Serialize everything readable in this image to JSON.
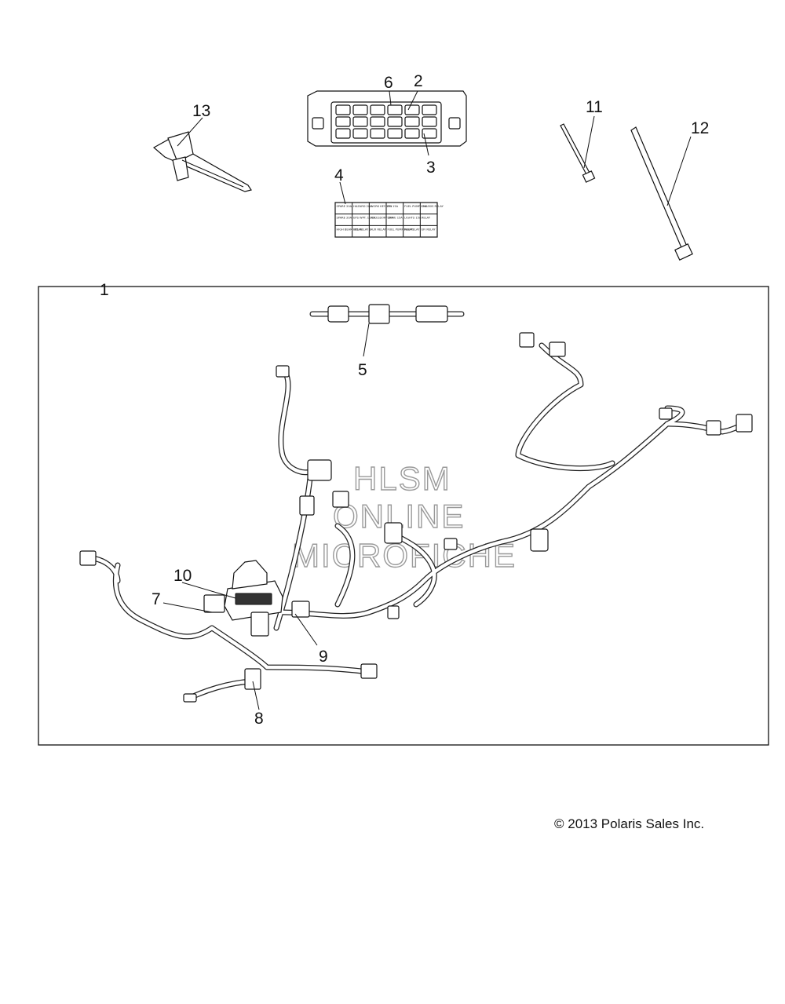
{
  "copyright": "© 2013 Polaris Sales Inc.",
  "watermark": {
    "line1": "HLSM",
    "line2": "ONLINE",
    "line3": "MICROFICHE"
  },
  "callouts": {
    "c1": "1",
    "c2": "2",
    "c3": "3",
    "c4": "4",
    "c5": "5",
    "c6": "6",
    "c7": "7",
    "c8": "8",
    "c9": "9",
    "c10": "10",
    "c11": "11",
    "c12": "12",
    "c13": "13"
  },
  "fuse_label": {
    "r1": [
      "SPARE 20A",
      "HAZARD 20A",
      "WORK KEY 15A",
      "EFI 15A",
      "FUEL PUMP 15A",
      "CHASSIS RELAY"
    ],
    "r2": [
      "SPARE 20A",
      "EPS WPT. 1 20A",
      "ACCESSORY 20A",
      "DRIVE 15A",
      "LIGHTS 15A",
      "RELAY"
    ],
    "r3": [
      "HIGH BEAM RELAY",
      "EPS RELAY 1",
      "AUX RELAY",
      "FUEL PUMP RELAY",
      "FAN RELAY",
      "EFI RELAY"
    ]
  }
}
